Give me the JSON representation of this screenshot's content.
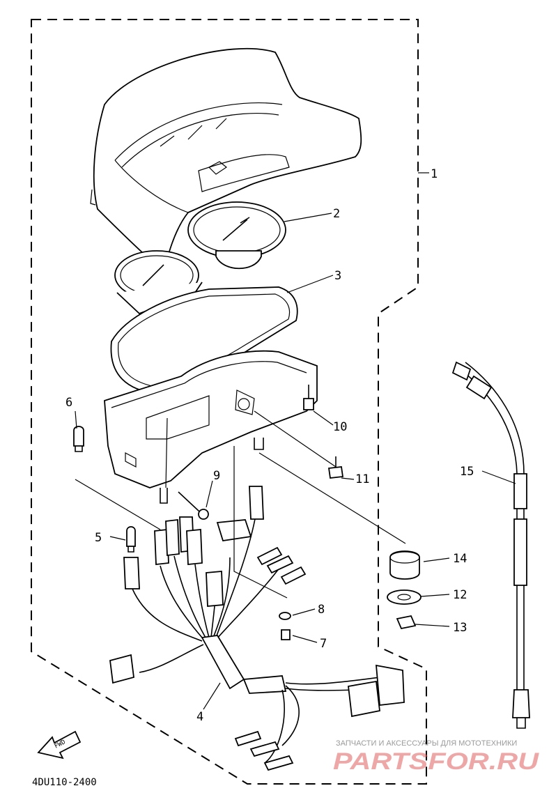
{
  "diagram": {
    "callouts": [
      "1",
      "2",
      "3",
      "4",
      "5",
      "6",
      "7",
      "8",
      "9",
      "10",
      "11",
      "12",
      "13",
      "14",
      "15"
    ],
    "part_code": "4DU110-2400",
    "front_arrow_text": "FWD",
    "watermark": {
      "tagline": "ЗАПЧАСТИ И АКСЕССУАРЫ ДЛЯ МОТОТЕХНИКИ",
      "brand": "PARTSFOR.RU"
    }
  }
}
